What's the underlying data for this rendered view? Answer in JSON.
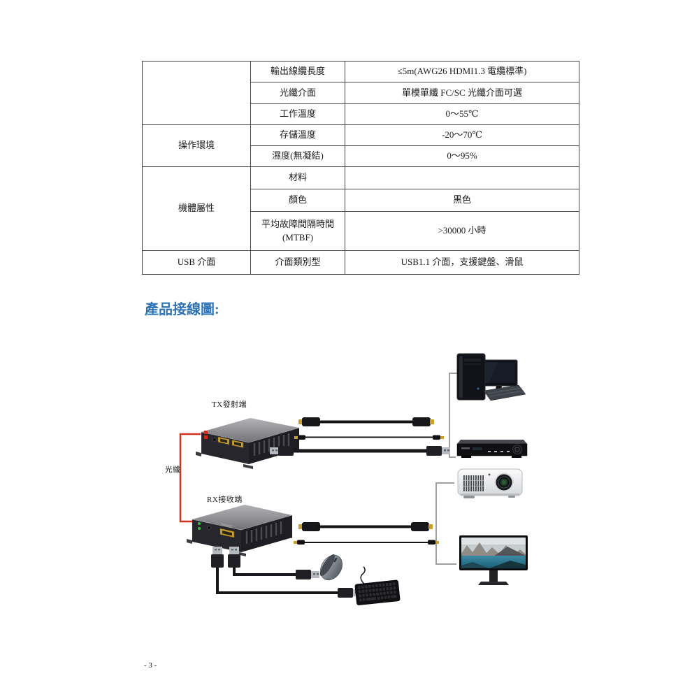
{
  "document": {
    "section_title": "產品接線圖:",
    "page_number": "- 3 -"
  },
  "spec_table": {
    "groups": [
      {
        "label": "",
        "rows": [
          {
            "param": "輸出線纜長度",
            "value": "≤5m(AWG26 HDMI1.3 電纜標準)"
          },
          {
            "param": "光纖介面",
            "value": "單模單纖 FC/SC 光纖介面可選"
          },
          {
            "param": "工作溫度",
            "value": "0～55℃"
          }
        ]
      },
      {
        "label": "操作環境",
        "rows": [
          {
            "param": "存儲溫度",
            "value": "-20～70℃"
          },
          {
            "param": "濕度(無凝結)",
            "value": "0～95%"
          }
        ]
      },
      {
        "label": "機體屬性",
        "rows": [
          {
            "param": "材料",
            "value": ""
          },
          {
            "param": "顏色",
            "value": "黑色"
          },
          {
            "param": "平均故障間隔時間 (MTBF)",
            "value": ">30000 小時"
          }
        ]
      },
      {
        "label": "USB 介面",
        "rows": [
          {
            "param": "介面類別型",
            "value": "USB1.1 介面，支援鍵盤、滑鼠"
          }
        ]
      }
    ]
  },
  "diagram": {
    "tx_label": "TX發射端",
    "rx_label": "RX接收端",
    "fiber_label": "光纖",
    "colors": {
      "heading_blue": "#2e73b5",
      "fiber_red": "#d23320",
      "hdmi_gold": "#c79f2a",
      "led_green": "#35c23d",
      "bracket_gray": "#a0a0a0"
    }
  }
}
